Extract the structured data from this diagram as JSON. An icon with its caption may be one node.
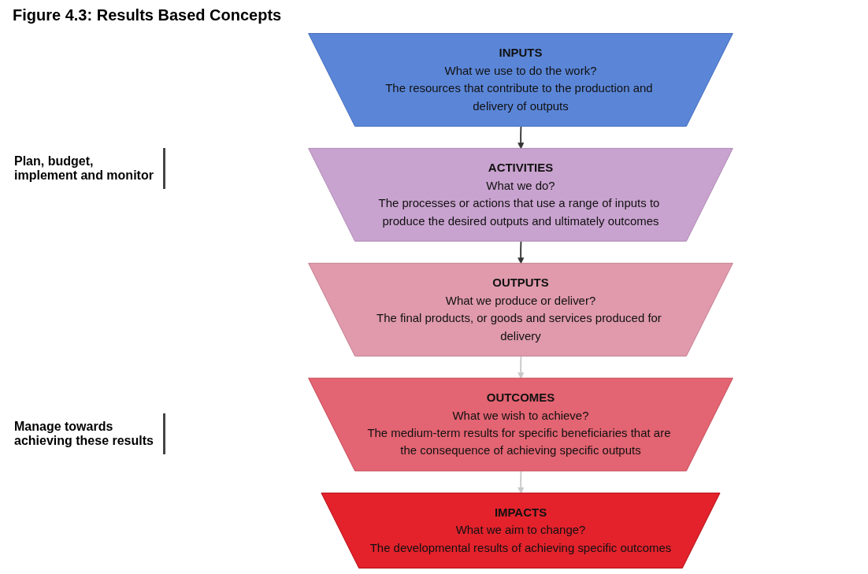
{
  "diagram": {
    "title": "Figure 4.3: Results Based Concepts",
    "nodes": [
      {
        "text": [
          "INPUTS",
          "What we use to do the work?",
          "The resources that contribute to the production and delivery of outputs"
        ]
      },
      {
        "text": [
          "ACTIVITIES",
          "What we do?",
          "The processes or actions that use a range of inputs to produce the desired outputs and ultimately outcomes"
        ]
      },
      {
        "text": [
          "OUTPUTS",
          "What we produce or deliver?",
          "The final products, or goods and services produced for delivery"
        ]
      },
      {
        "text": [
          "OUTCOMES",
          "What we wish to achieve?",
          "The medium-term results for specific beneficiaries that are the consequence of achieving specific outputs"
        ]
      },
      {
        "text": [
          "IMPACTS",
          "What we aim to change?",
          "The developmental results of achieving specific outcomes"
        ]
      }
    ],
    "edges": [
      {
        "from": 0,
        "to": 1,
        "arrow": "to"
      },
      {
        "from": 1,
        "to": 2,
        "arrow": "to"
      },
      {
        "from": 2,
        "to": 3,
        "arrow": "to",
        "color": "#c8c8c8"
      },
      {
        "from": 3,
        "to": 4,
        "arrow": "to",
        "color": "#c8c8c8"
      }
    ],
    "labels": [
      "Plan, budget, implement and monitor",
      "Manage towards achieving these results"
    ]
  }
}
